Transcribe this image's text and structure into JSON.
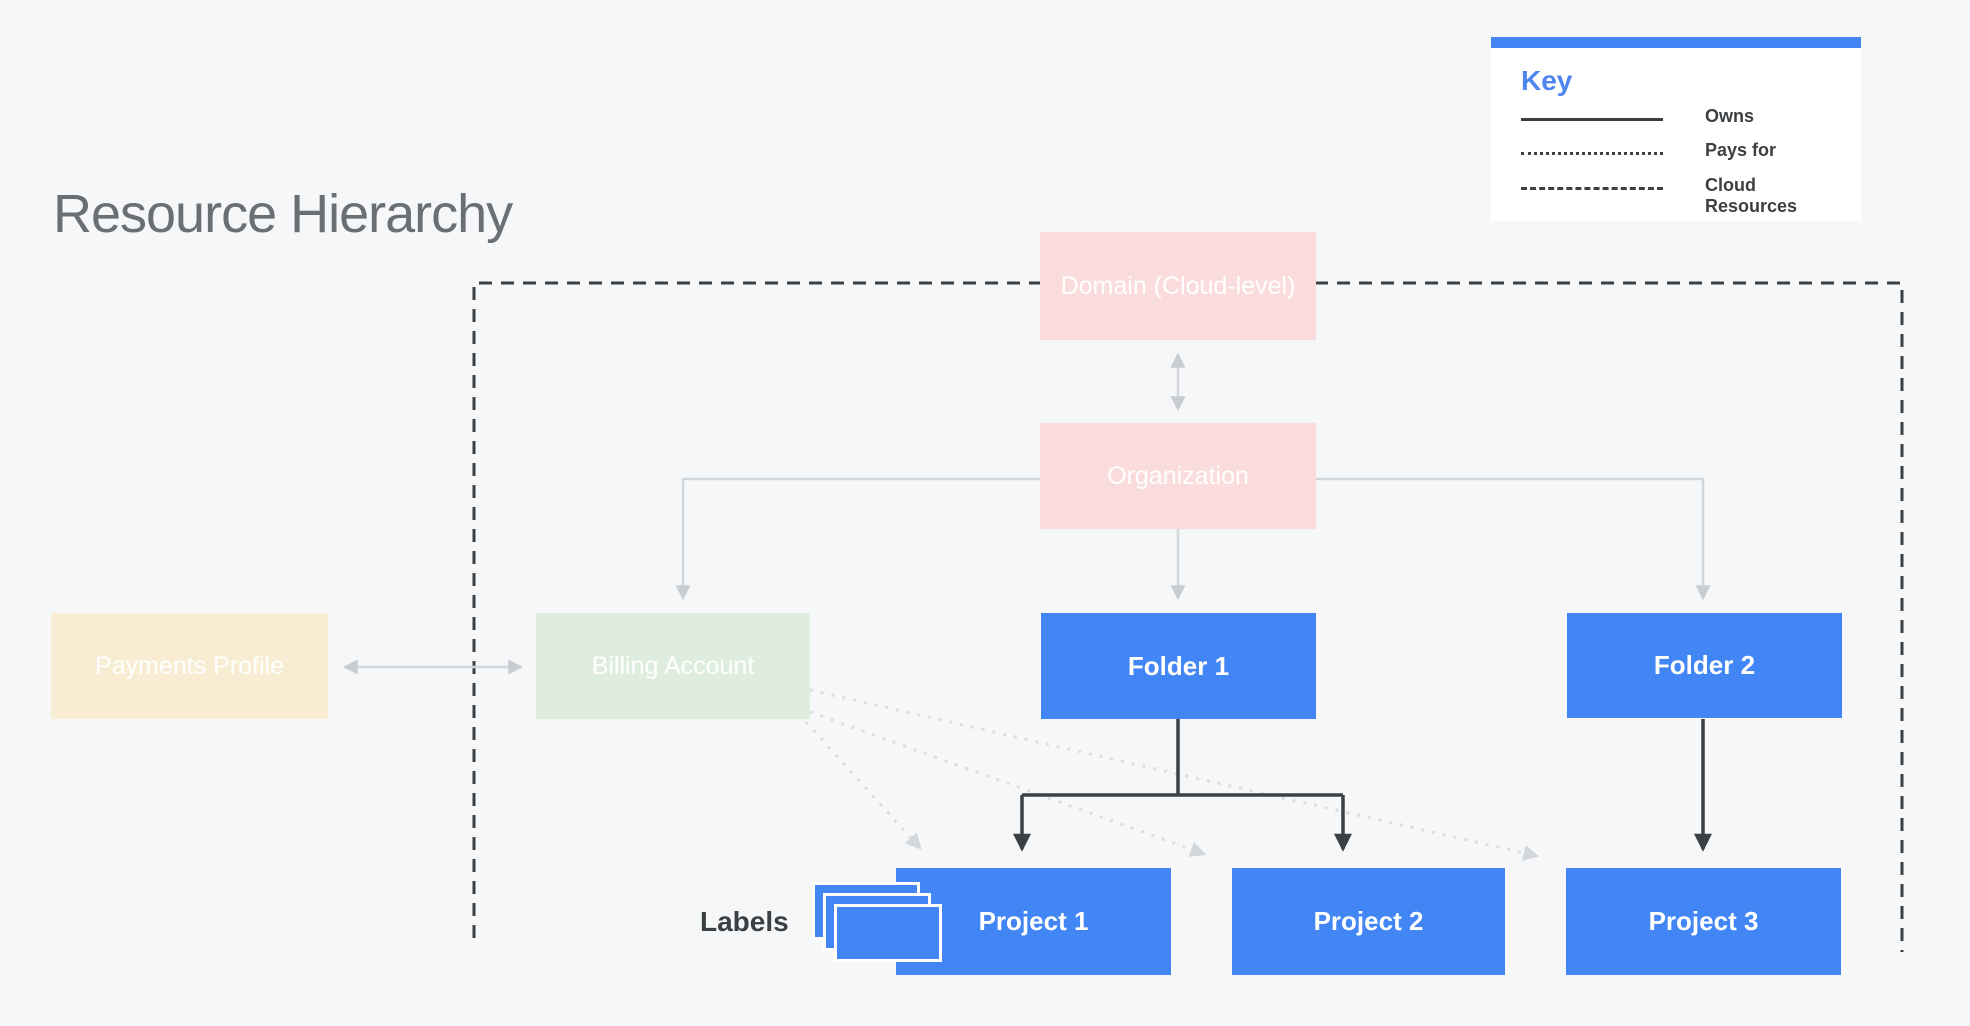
{
  "title": "Resource Hierarchy",
  "key": {
    "title": "Key",
    "items": [
      {
        "style": "solid",
        "label": "Owns"
      },
      {
        "style": "dotted",
        "label": "Pays for"
      },
      {
        "style": "dashed",
        "label": "Cloud Resources"
      }
    ]
  },
  "nodes": {
    "domain": {
      "label": "Domain (Cloud-level)",
      "color": "#F9DCDB"
    },
    "organization": {
      "label": "Organization",
      "color": "#F9DCDB"
    },
    "payments_profile": {
      "label": "Payments Profile",
      "color": "#F8EDD3"
    },
    "billing_account": {
      "label": "Billing Account",
      "color": "#DEEDDE"
    },
    "folder1": {
      "label": "Folder 1",
      "color": "#4285F4"
    },
    "folder2": {
      "label": "Folder 2",
      "color": "#4285F4"
    },
    "project1": {
      "label": "Project 1",
      "color": "#4285F4"
    },
    "project2": {
      "label": "Project 2",
      "color": "#4285F4"
    },
    "project3": {
      "label": "Project 3",
      "color": "#4285F4"
    }
  },
  "annotations": {
    "labels": "Labels"
  },
  "edges": [
    {
      "from": "Domain (Cloud-level)",
      "to": "Organization",
      "relation": "owns",
      "bidirectional": true
    },
    {
      "from": "Payments Profile",
      "to": "Billing Account",
      "relation": "owns",
      "bidirectional": true
    },
    {
      "from": "Organization",
      "to": "Billing Account",
      "relation": "owns"
    },
    {
      "from": "Organization",
      "to": "Folder 1",
      "relation": "owns"
    },
    {
      "from": "Organization",
      "to": "Folder 2",
      "relation": "owns"
    },
    {
      "from": "Folder 1",
      "to": "Project 1",
      "relation": "owns"
    },
    {
      "from": "Folder 1",
      "to": "Project 2",
      "relation": "owns"
    },
    {
      "from": "Folder 2",
      "to": "Project 3",
      "relation": "owns"
    },
    {
      "from": "Billing Account",
      "to": "Project 1",
      "relation": "pays for"
    },
    {
      "from": "Billing Account",
      "to": "Project 2",
      "relation": "pays for"
    },
    {
      "from": "Billing Account",
      "to": "Project 3",
      "relation": "pays for"
    }
  ],
  "boundary": {
    "label": "Cloud Resources",
    "contains": [
      "Organization",
      "Billing Account",
      "Folder 1",
      "Folder 2",
      "Project 1",
      "Project 2",
      "Project 3"
    ]
  },
  "colors": {
    "background": "#F5F7F9",
    "accent_blue": "#4285F4",
    "dark_line": "#3C4043",
    "light_line": "#D4D7DA",
    "title_gray": "#6B6F74"
  }
}
